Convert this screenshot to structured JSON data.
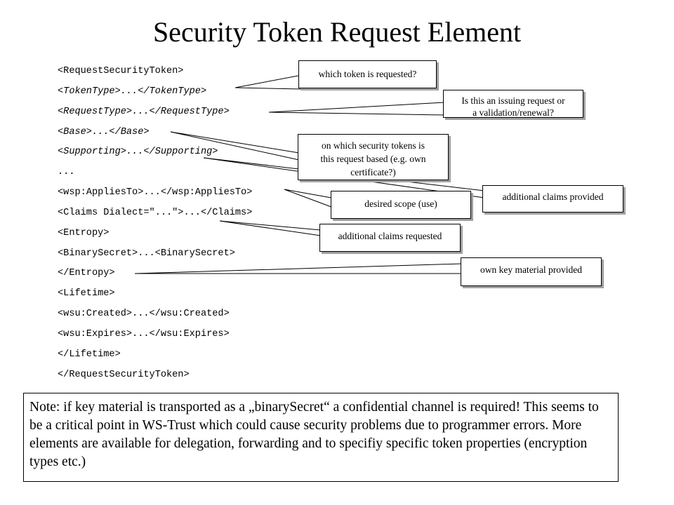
{
  "title": "Security Token Request Element",
  "code_lines": [
    "<RequestSecurityToken>",
    "<TokenType>...</TokenType>",
    "<RequestType>...</RequestType>",
    "<Base>...</Base>",
    "<Supporting>...</Supporting>",
    "...",
    "<wsp:AppliesTo>...</wsp:AppliesTo>",
    "<Claims Dialect=\"...\">...</Claims>",
    "<Entropy>",
    "<BinarySecret>...<BinarySecret>",
    "</Entropy>",
    "<Lifetime>",
    "<wsu:Created>...</wsu:Created>",
    "<wsu:Expires>...</wsu:Expires>",
    "</Lifetime>",
    "</RequestSecurityToken>"
  ],
  "callouts": {
    "which_token": "which token is requested?",
    "issuing_or_validation_line1": "Is this an issuing request or",
    "issuing_or_validation_line2": "a validation/renewal?",
    "security_tokens_line1": "on which security tokens is",
    "security_tokens_line2": "this request based (e.g. own",
    "security_tokens_line3": "certificate?)",
    "additional_claims_provided": "additional claims provided",
    "desired_scope": "desired scope (use)",
    "additional_claims_requested": "additional claims requested",
    "own_key_material": "own key material provided"
  },
  "note": "Note: if key material is transported as a „binarySecret“ a confidential channel is required! This seems to be a critical point in WS-Trust which could cause security problems due to programmer errors. More elements are available for delegation, forwarding and to specifiy specific token properties (encryption types etc.)"
}
